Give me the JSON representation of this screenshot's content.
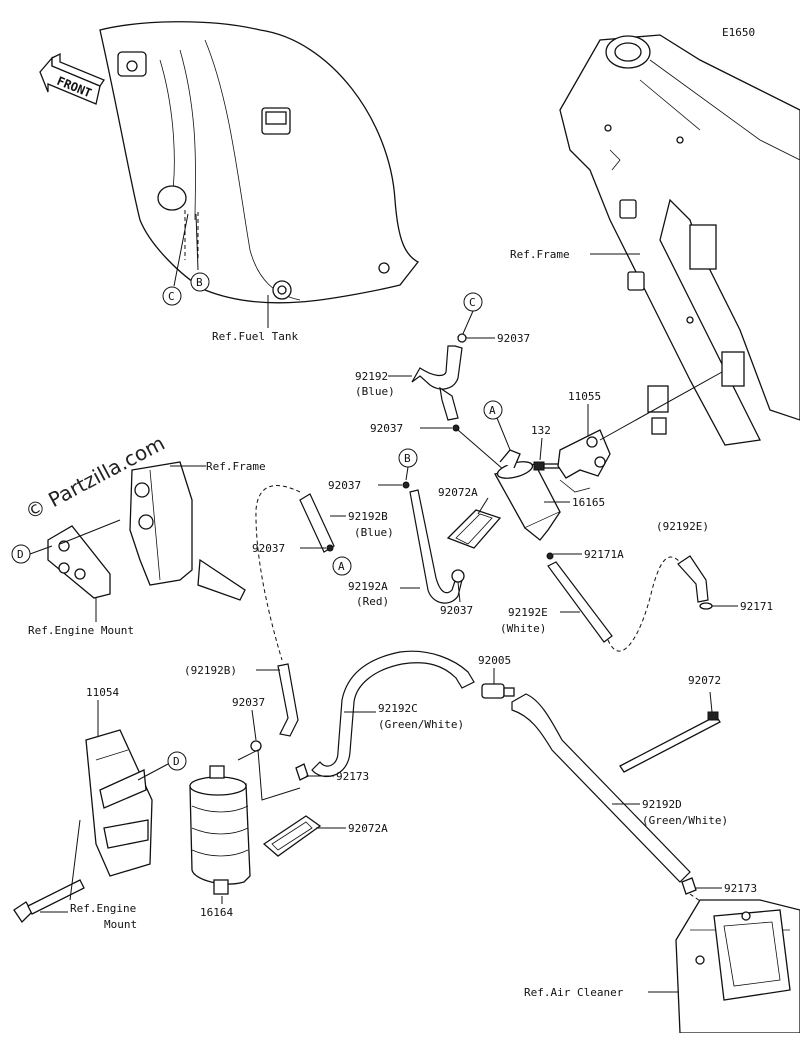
{
  "diagram_code": "E1650",
  "watermark": "© Partzilla.com",
  "front_label": "FRONT",
  "callouts": {
    "c_top": "C",
    "c_tank": "C",
    "b_tank": "B",
    "b_mid": "B",
    "a_mid": "A",
    "a_filter": "A",
    "d_mount": "D",
    "d_bracket": "D"
  },
  "labels": {
    "ref_fuel_tank": "Ref.Fuel Tank",
    "ref_frame_top": "Ref.Frame",
    "ref_frame_left": "Ref.Frame",
    "ref_engine_mount_upper": "Ref.Engine Mount",
    "ref_engine_mount_lower_1": "Ref.Engine",
    "ref_engine_mount_lower_2": "Mount",
    "ref_air_cleaner": "Ref.Air Cleaner",
    "p92037_top": "92037",
    "p92192_1": "92192",
    "p92192_2": "(Blue)",
    "p92037_mid": "92037",
    "p132": "132",
    "p11055": "11055",
    "p92037_b": "92037",
    "p92072A_mid": "92072A",
    "p16165": "16165",
    "p92192B_1": "92192B",
    "p92192B_2": "(Blue)",
    "p92037_a": "92037",
    "p92171A": "92171A",
    "p92192E_paren": "(92192E)",
    "p92192A_1": "92192A",
    "p92192A_2": "(Red)",
    "p92037_bottom": "92037",
    "p92192E_1": "92192E",
    "p92192E_2": "(White)",
    "p92171": "92171",
    "p92192B_paren": "(92192B)",
    "p92005": "92005",
    "p11054": "11054",
    "p92037_canister": "92037",
    "p92192C_1": "92192C",
    "p92192C_2": "(Green/White)",
    "p92072": "92072",
    "p92173_mid": "92173",
    "p92192D_1": "92192D",
    "p92192D_2": "(Green/White)",
    "p92072A_low": "92072A",
    "p92173_low": "92173",
    "p16164": "16164"
  }
}
